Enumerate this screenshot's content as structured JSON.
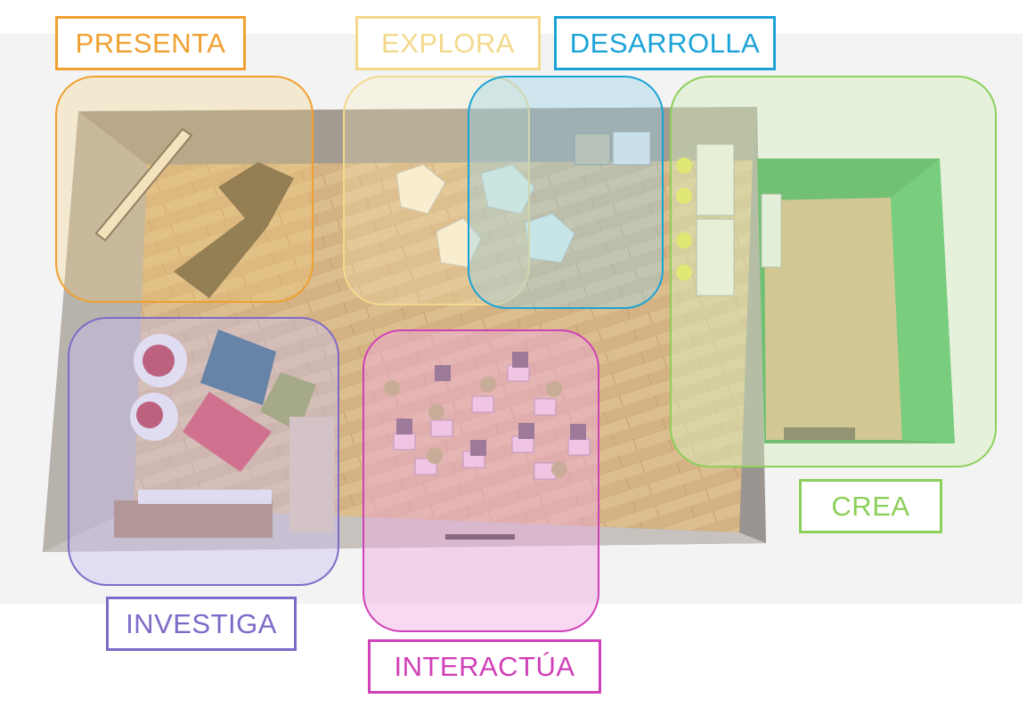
{
  "zones": {
    "presenta": {
      "label": "PRESENTA",
      "color": "#f0a030",
      "fill": "rgba(243,205,120,0.28)"
    },
    "explora": {
      "label": "EXPLORA",
      "color": "#f3d98c",
      "fill": "rgba(250,235,180,0.25)"
    },
    "desarrolla": {
      "label": "DESARROLLA",
      "color": "#1ba3d7",
      "fill": "rgba(150,210,235,0.38)"
    },
    "crea": {
      "label": "CREA",
      "color": "#8ccf5a",
      "fill": "rgba(215,240,190,0.45)"
    },
    "investiga": {
      "label": "INVESTIGA",
      "color": "#7e6ac8",
      "fill": "rgba(200,190,240,0.42)"
    },
    "interactua": {
      "label": "INTERACTÚA",
      "color": "#d040b8",
      "fill": "rgba(240,170,225,0.45)"
    }
  },
  "scene": {
    "floor_color": "#d8b88a",
    "wall_color": "#8a8580",
    "green_screen_color": "#1f9a35"
  }
}
